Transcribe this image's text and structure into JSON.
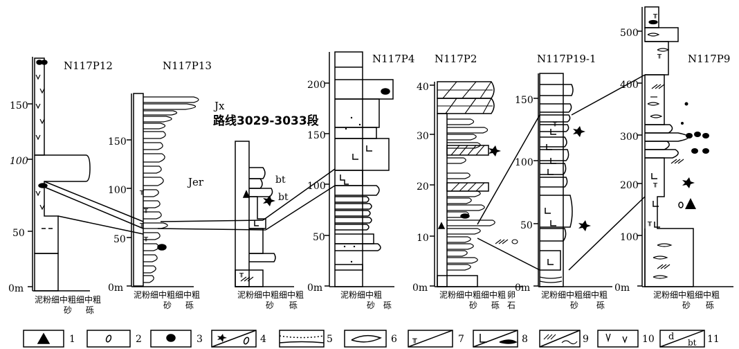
{
  "figure_title": "路线3029-3033段",
  "columns": [
    {
      "title": "N117P12",
      "ticks": [
        "150",
        "100",
        "50",
        "0m"
      ],
      "grain_labels": [
        "泥粉细",
        "中粗",
        "细",
        "中粗"
      ],
      "grain_sub": [
        "砂",
        "砾"
      ]
    },
    {
      "title": "N117P13",
      "ticks": [
        "150",
        "100",
        "50",
        "0m"
      ],
      "grain_labels": [
        "泥粉细",
        "中粗",
        "细",
        "中粗"
      ],
      "grain_sub": [
        "砂",
        "砾"
      ],
      "unit_labels": [
        "Jx",
        "Jer"
      ]
    },
    {
      "title": "",
      "ticks": [],
      "grain_labels": [
        "泥粉细",
        "中粗",
        "细",
        "中粗"
      ],
      "grain_sub": [
        "砂",
        "砾"
      ],
      "annotations": [
        "bt",
        "bt"
      ]
    },
    {
      "title": "N117P4",
      "ticks": [
        "200",
        "150",
        "100",
        "50",
        "0m"
      ],
      "grain_labels": [
        "泥粉细",
        "中粗"
      ],
      "grain_sub": [
        "砂",
        "砾"
      ]
    },
    {
      "title": "N117P2",
      "ticks": [
        "40",
        "30",
        "20",
        "10",
        "0m"
      ],
      "grain_labels": [
        "泥粉细",
        "中粗",
        "细",
        "中粗",
        "卵"
      ],
      "grain_sub": [
        "砂",
        "砾",
        "石"
      ]
    },
    {
      "title": "N117P19-1",
      "ticks": [
        "150",
        "100",
        "50",
        "0m"
      ],
      "grain_labels": [
        "泥粉细",
        "中粗",
        "细",
        "中粗"
      ],
      "grain_sub": [
        "砂",
        "砾"
      ]
    },
    {
      "title": "N117P9",
      "ticks": [
        "500",
        "400",
        "300",
        "200",
        "100",
        "0m"
      ],
      "grain_labels": [
        "泥粉细",
        "中粗",
        "细",
        "中粗"
      ],
      "grain_sub": [
        "砂",
        "砾"
      ]
    }
  ],
  "legend": [
    {
      "num": "1",
      "icon": "triangle"
    },
    {
      "num": "2",
      "icon": "pebble-outline"
    },
    {
      "num": "3",
      "icon": "nodule-solid"
    },
    {
      "num": "4",
      "icon": "plant-fossil-and-pebble"
    },
    {
      "num": "5",
      "icon": "cross-bedding"
    },
    {
      "num": "6",
      "icon": "lens"
    },
    {
      "num": "7",
      "icon": "trace-fossil"
    },
    {
      "num": "8",
      "icon": "horizontal-bedding"
    },
    {
      "num": "9",
      "icon": "ripple-and-bioturbation"
    },
    {
      "num": "10",
      "icon": "volcanic-ash"
    },
    {
      "num": "11",
      "icon": "debris-flow-and-bt",
      "text1": "d",
      "text2": "bt"
    }
  ]
}
